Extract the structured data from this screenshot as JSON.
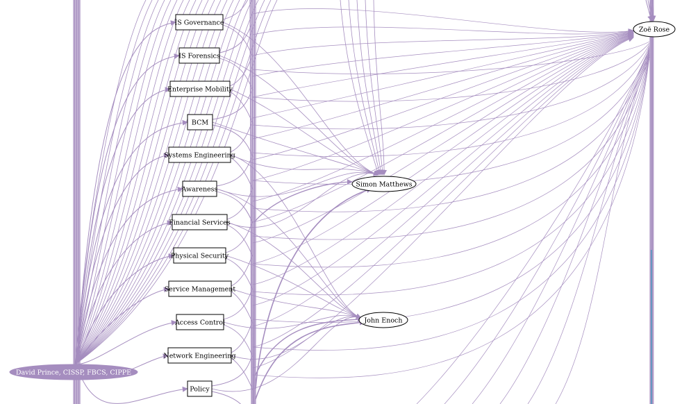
{
  "colors": {
    "edge": "#a58dbf",
    "source_fill": "#a58dbf",
    "accent": "#3a9bc1"
  },
  "nodes": {
    "source": "David Prince, CISSP, FBCS, CIPPE",
    "topics": [
      "IS Governance",
      "IS Forensics",
      "Enterprise Mobility",
      "BCM",
      "Systems Engineering",
      "Awareness",
      "Financial Services",
      "Physical Security",
      "Service Management",
      "Access Control",
      "Network Engineering",
      "Policy"
    ],
    "people": [
      "Simon Matthews",
      "John Enoch",
      "Zoë Rose"
    ]
  }
}
